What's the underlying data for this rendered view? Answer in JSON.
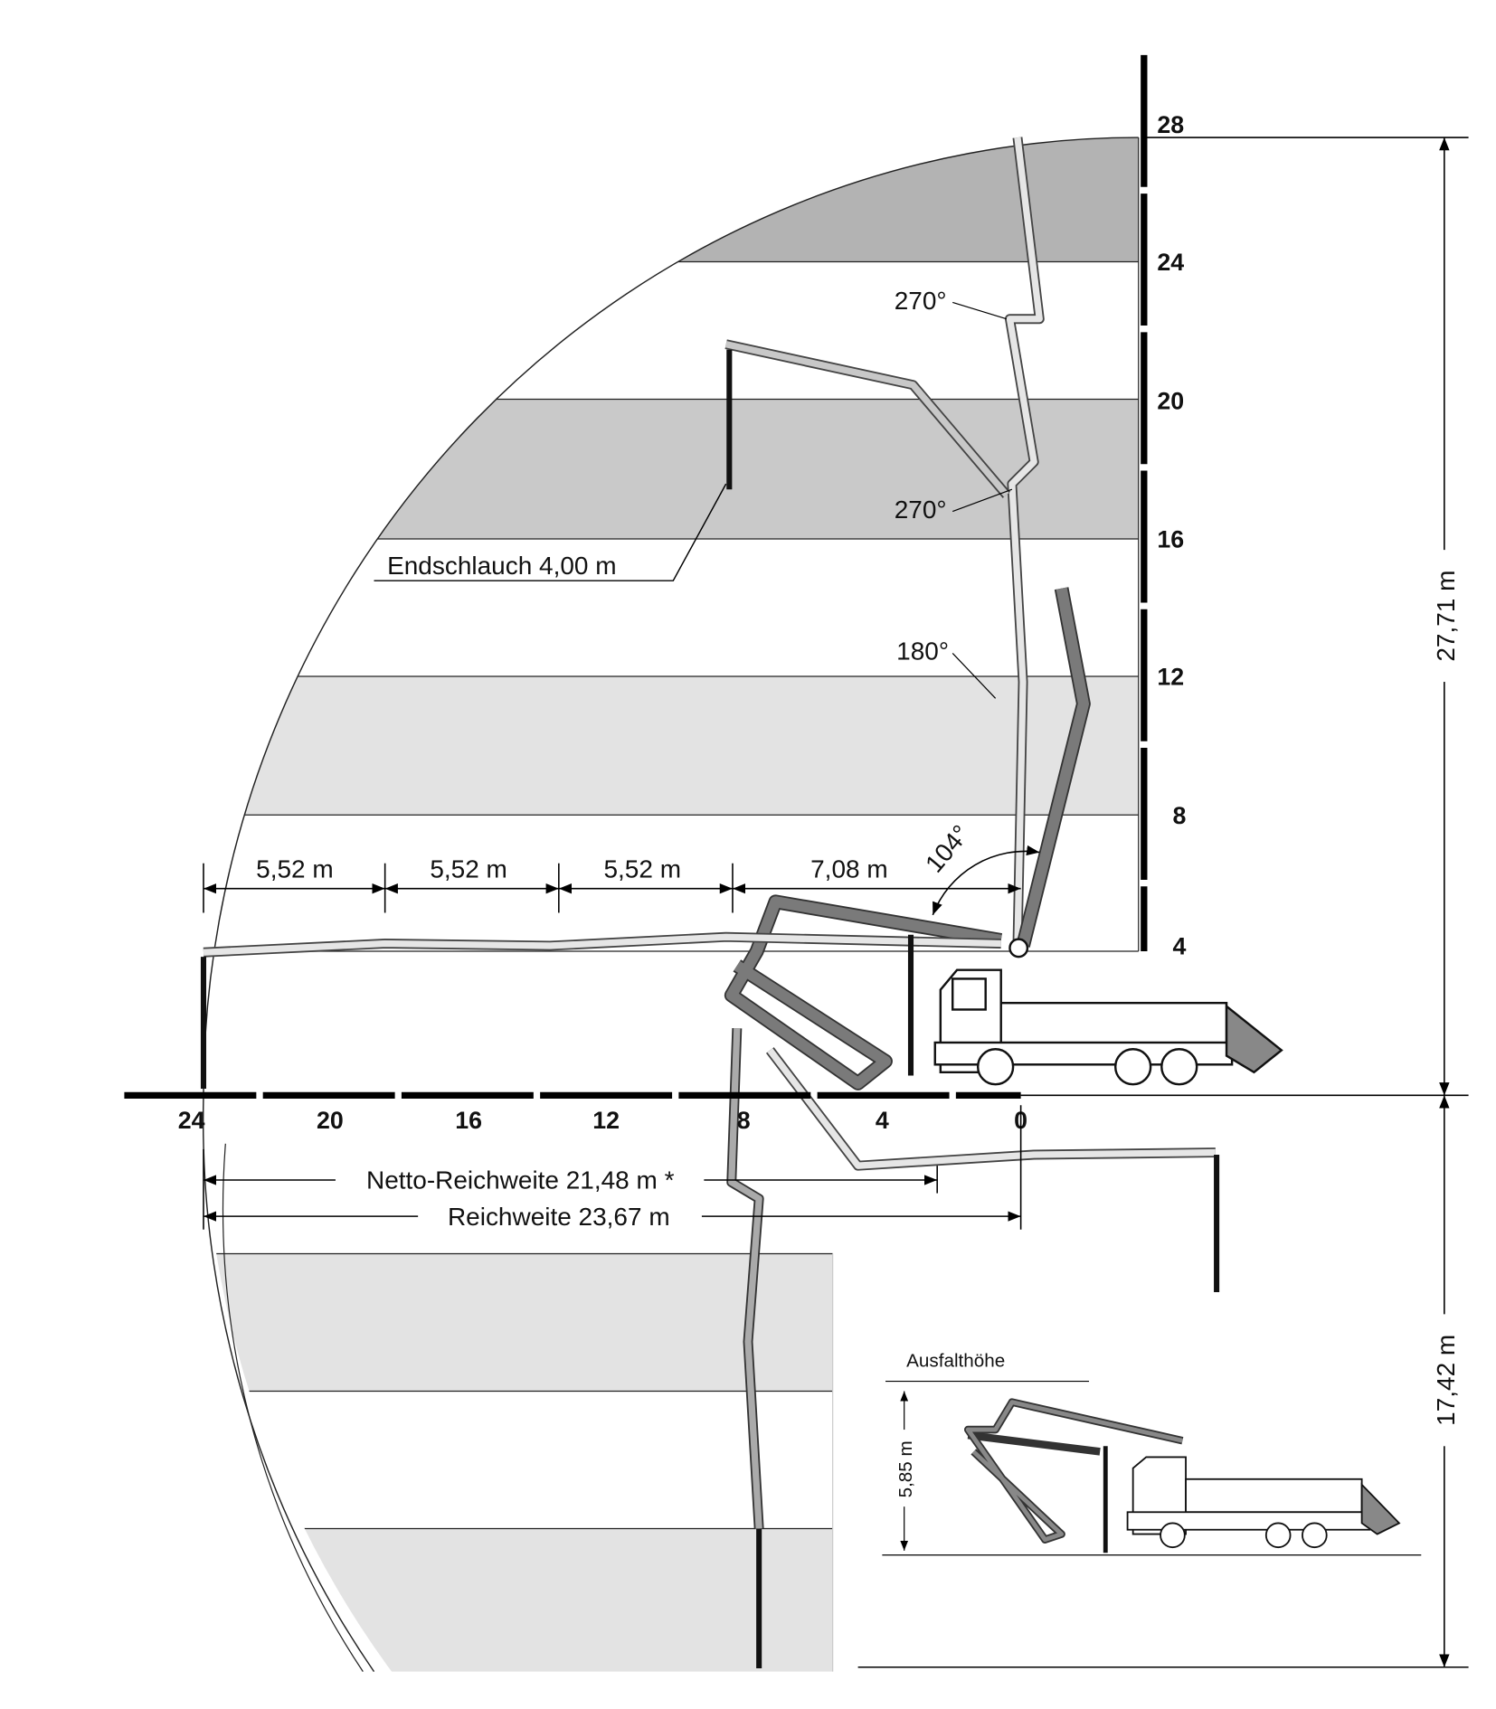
{
  "vertical_axis": {
    "ticks": [
      "28",
      "24",
      "20",
      "16",
      "12",
      "8",
      "4"
    ]
  },
  "horizontal_axis": {
    "ticks": [
      "24",
      "20",
      "16",
      "12",
      "8",
      "4",
      "0"
    ]
  },
  "segments": [
    "5,52 m",
    "5,52 m",
    "5,52 m",
    "7,08 m"
  ],
  "angles": {
    "a1": "270°",
    "a2": "270°",
    "a3": "180°",
    "a4": "104°"
  },
  "endhose": "Endschlauch 4,00 m",
  "net_reach": "Netto-Reichweite 21,48 m *",
  "reach": "Reichweite 23,67 m",
  "height_up": "27,71 m",
  "depth_down": "17,42 m",
  "inset": {
    "title": "Ausfalthöhe",
    "height": "5,85 m"
  },
  "colors": {
    "band_dark": "#b3b3b3",
    "band_mid": "#c9c9c9",
    "band_light": "#e3e3e3",
    "boom_dark": "#7a7a7a",
    "boom_light": "#d8d8d8"
  }
}
